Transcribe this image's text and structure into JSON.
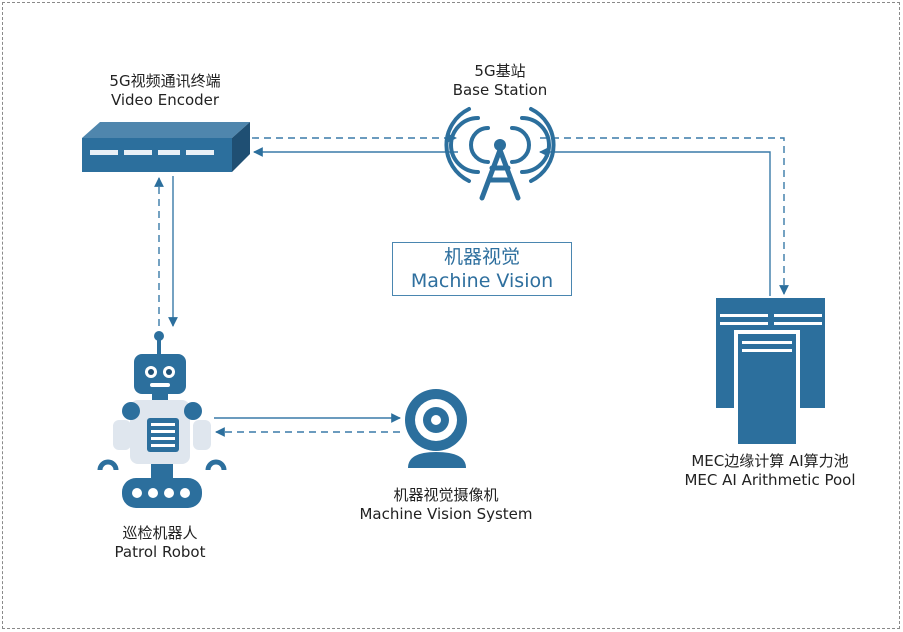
{
  "nodes": {
    "encoder": {
      "zh": "5G视频通讯终端",
      "en": "Video Encoder"
    },
    "base_station": {
      "zh": "5G基站",
      "en": "Base Station"
    },
    "machine_vision": {
      "zh": "机器视觉",
      "en": "Machine Vision"
    },
    "robot": {
      "zh": "巡检机器人",
      "en": "Patrol Robot"
    },
    "camera": {
      "zh": "机器视觉摄像机",
      "en": "Machine Vision System"
    },
    "mec": {
      "zh": "MEC边缘计算  AI算力池",
      "en": "MEC AI Arithmetic Pool"
    }
  },
  "colors": {
    "primary": "#2c6f9d",
    "line": "#3a7aa8",
    "light": "#dfe6ee"
  }
}
